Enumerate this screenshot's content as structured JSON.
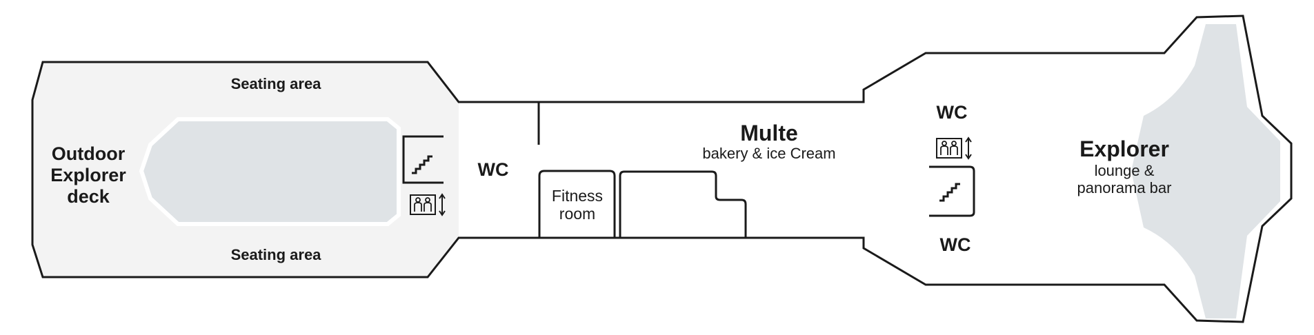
{
  "map": {
    "colors": {
      "outline": "#1a1a1a",
      "outdoor_fill": "#f3f3f3",
      "pool_fill": "#dfe3e6",
      "panorama_fill": "#dfe3e6",
      "interior_fill": "#ffffff"
    },
    "areas": {
      "outdoor_deck": [
        "Outdoor",
        "Explorer",
        "deck"
      ],
      "seating_top": "Seating area",
      "seating_bottom": "Seating area",
      "wc_left": "WC",
      "fitness": [
        "Fitness",
        "room"
      ],
      "multe_title": "Multe",
      "multe_subtitle": "bakery & ice Cream",
      "wc_right_top": "WC",
      "wc_right_bottom": "WC",
      "explorer_title": "Explorer",
      "explorer_subtitle": [
        "lounge &",
        "panorama bar"
      ]
    },
    "icons": [
      "stairs-icon",
      "elevator-icon"
    ]
  }
}
